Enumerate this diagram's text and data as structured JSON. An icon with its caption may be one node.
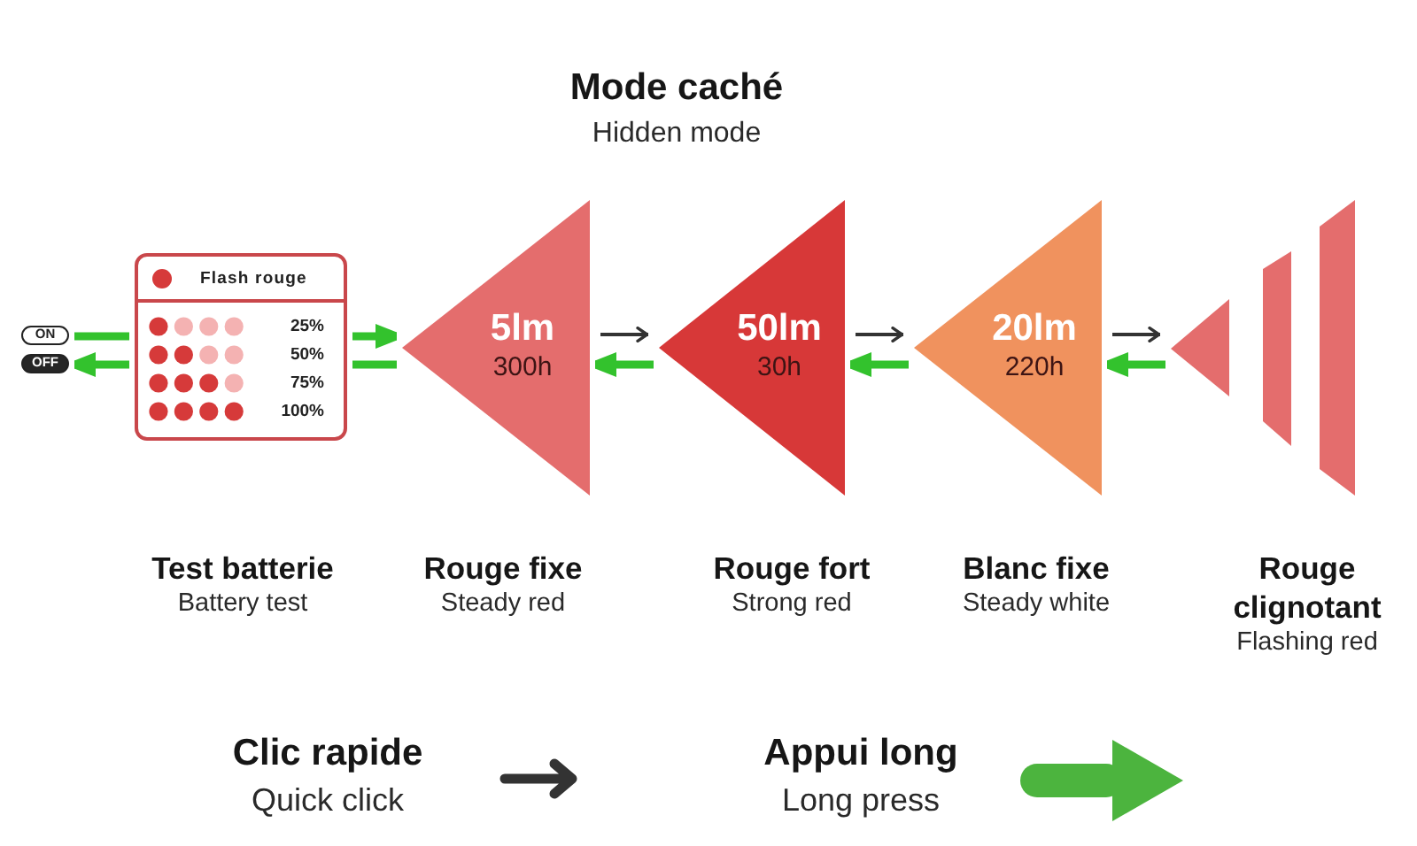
{
  "diagram": {
    "title": "Mode caché",
    "nodes": [
      {
        "text": [
          "ON"
        ]
      },
      {
        "text": [
          "OFF"
        ]
      },
      {
        "text": [
          "Flash rouge",
          "25%",
          "50%",
          "75%",
          "100%"
        ],
        "beside": [
          "Test batterie",
          "Battery test"
        ]
      },
      {
        "text": [
          "5lm",
          "300h"
        ],
        "beside": [
          "Rouge fixe",
          "Steady red"
        ]
      },
      {
        "text": [
          "50lm",
          "30h"
        ],
        "beside": [
          "Rouge fort",
          "Strong red"
        ]
      },
      {
        "text": [
          "20lm",
          "220h"
        ],
        "beside": [
          "Blanc fixe",
          "Steady white"
        ]
      },
      {
        "text": [],
        "shape": "picture",
        "beside": [
          "Rouge clignotant",
          "Flashing red"
        ]
      }
    ],
    "edges": [
      {
        "from": 0,
        "to": 2,
        "arrow": "none"
      },
      {
        "from": 2,
        "to": 1,
        "arrow": "to"
      },
      {
        "from": 2,
        "to": 3,
        "arrow": "to"
      },
      {
        "from": 2,
        "to": 3,
        "arrow": "none"
      },
      {
        "from": 3,
        "to": 4,
        "arrow": "to",
        "color": "#333333"
      },
      {
        "from": 4,
        "to": 3,
        "arrow": "to"
      },
      {
        "from": 4,
        "to": 5,
        "arrow": "to",
        "color": "#333333"
      },
      {
        "from": 5,
        "to": 4,
        "arrow": "to"
      },
      {
        "from": 5,
        "to": 6,
        "arrow": "to",
        "color": "#333333"
      },
      {
        "from": 6,
        "to": 5,
        "arrow": "to"
      }
    ],
    "labels": [
      "Hidden mode",
      "Quick click",
      "Long press"
    ],
    "legend": [
      {
        "text": "Clic rapide"
      },
      {
        "text": "Appui long"
      }
    ]
  }
}
